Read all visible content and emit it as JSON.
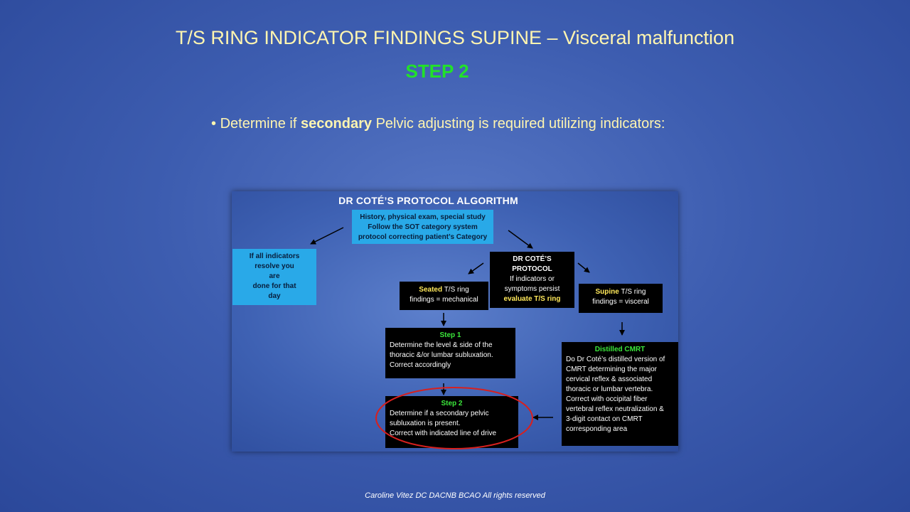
{
  "slide": {
    "title": "T/S RING INDICATOR FINDINGS SUPINE – Visceral malfunction",
    "step": "STEP 2",
    "bullet": {
      "marker": "•",
      "pre": "Determine if",
      "bold": "secondary",
      "post": "Pelvic adjusting is required utilizing indicators:"
    },
    "footer": "Caroline Vitez DC DACNB BCAO All rights reserved"
  },
  "diagram": {
    "title": "DR COTÉ’S PROTOCOL ALGORITHM",
    "top_box": {
      "line1": "History, physical exam, special study",
      "line2": "Follow the SOT category system",
      "line3": "protocol correcting patient’s Category"
    },
    "resolve_box": {
      "line1": "If all indicators",
      "line2": "resolve you",
      "line3": "are",
      "line4": "done for that",
      "line5": "day"
    },
    "protocol_box": {
      "title1": "DR COTÉ’S",
      "title2": "PROTOCOL",
      "line1": "If indicators or",
      "line2": "symptoms persist",
      "line3": "evaluate T/S ring"
    },
    "seated_box": {
      "bold": "Seated",
      "rest": "T/S ring",
      "line2": "findings  = mechanical"
    },
    "supine_box": {
      "bold": "Supine",
      "rest": "T/S ring",
      "line2": "findings = visceral"
    },
    "step1_box": {
      "title": "Step 1",
      "line1": "Determine the level & side of the",
      "line2": "thoracic &/or lumbar subluxation.",
      "line3": "Correct accordingly"
    },
    "step2_box": {
      "title": "Step 2",
      "line1": "Determine if a secondary pelvic",
      "line2": "subluxation is present.",
      "line3": "Correct with indicated line of drive"
    },
    "cmrt_box": {
      "title": "Distilled CMRT",
      "line1": "Do Dr Coté’s distilled version of",
      "line2": "CMRT determining the major",
      "line3": "cervical reflex & associated",
      "line4": "thoracic or lumbar vertebra.",
      "line5": "Correct with occipital fiber",
      "line6": "vertebral reflex neutralization &",
      "line7": "3-digit contact on CMRT",
      "line8": "corresponding area"
    },
    "highlight_color": "#d8201e"
  }
}
